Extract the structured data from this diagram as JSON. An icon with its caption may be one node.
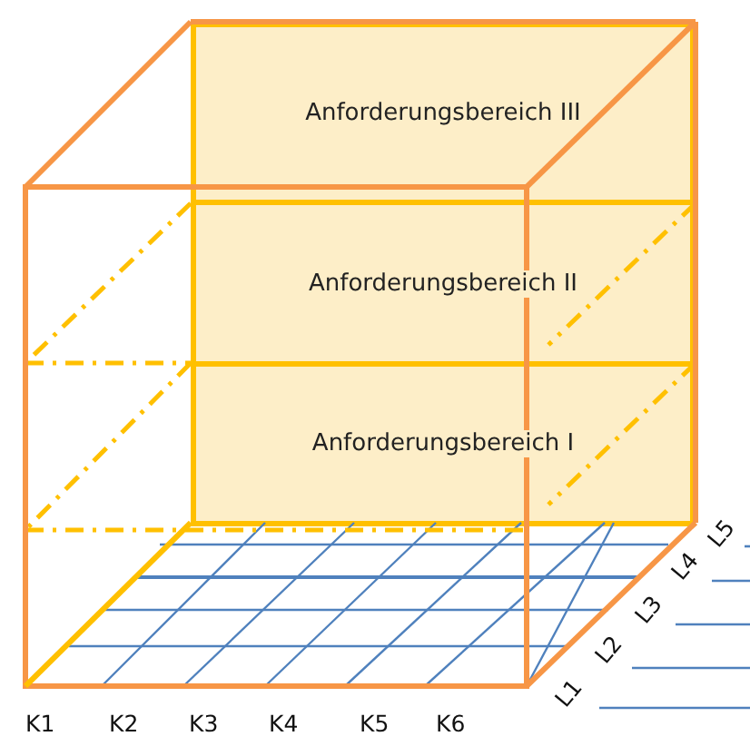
{
  "diagram": {
    "nodes": [
      {
        "text": [
          "Anforderungsbereich III"
        ]
      },
      {
        "text": [
          "Anforderungsbereich II"
        ]
      },
      {
        "text": [
          "Anforderungsbereich I"
        ]
      }
    ],
    "labels": [
      "K1",
      "K2",
      "K3",
      "K4",
      "K5",
      "K6",
      "L1",
      "L2",
      "L3",
      "L4",
      "L5"
    ]
  }
}
